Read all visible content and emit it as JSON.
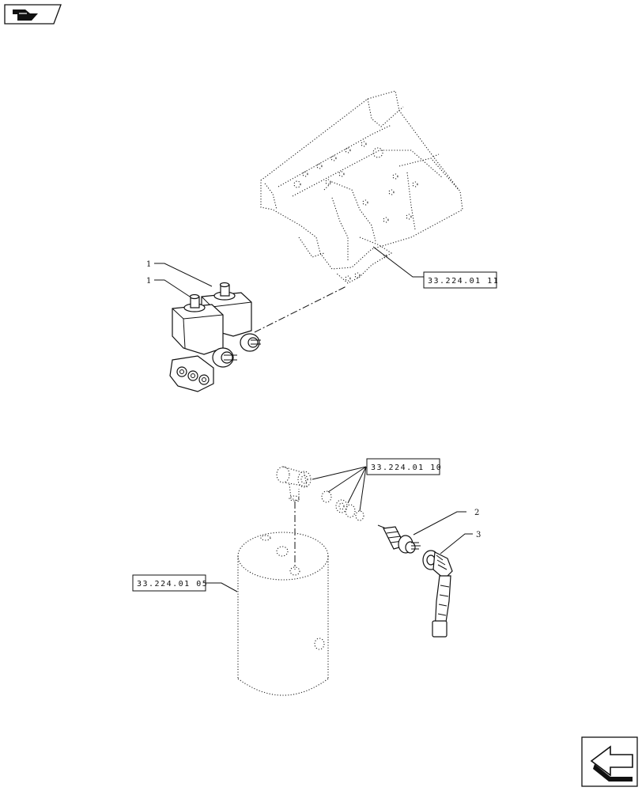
{
  "nav": {
    "top_left_icon": "book-page-icon",
    "bottom_right_icon": "next-page-arrow-icon"
  },
  "references": {
    "frame_ref": "33.224.01 11",
    "fitting_ref": "33.224.01 10",
    "tank_ref": "33.224.01 05"
  },
  "callouts": {
    "valve_a": "1",
    "valve_b": "1",
    "switch": "2",
    "connector": "3"
  }
}
